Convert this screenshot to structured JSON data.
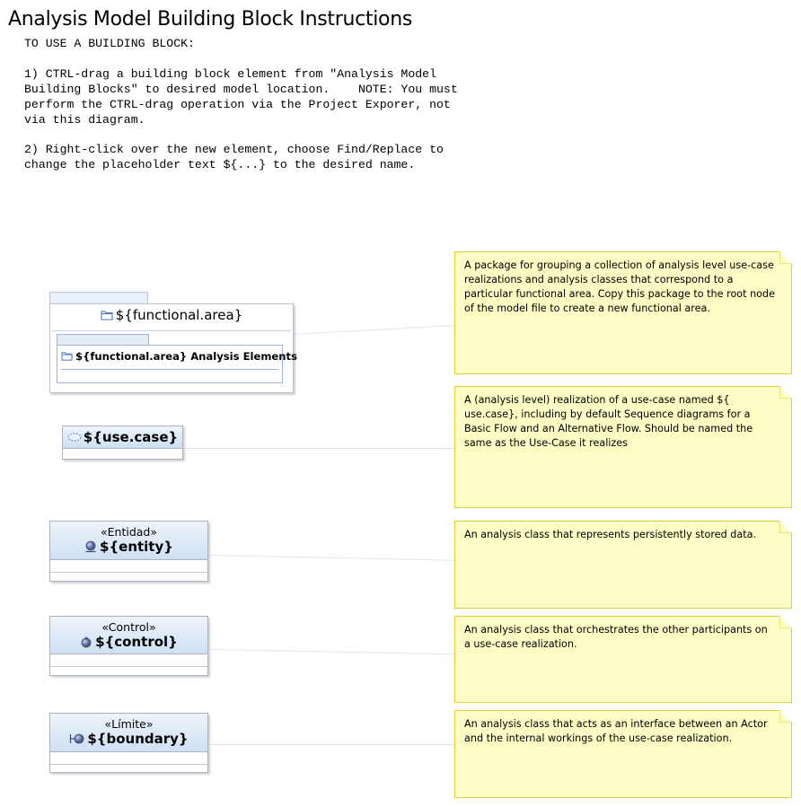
{
  "title": "Analysis Model Building Block Instructions",
  "instructions": "TO USE A BUILDING BLOCK:\n\n1) CTRL-drag a building block element from \"Analysis Model\nBuilding Blocks\" to desired model location.    NOTE: You must\nperform the CTRL-drag operation via the Project Exporer, not\nvia this diagram.\n\n2) Right-click over the new element, choose Find/Replace to\nchange the placeholder text ${...} to the desired name.",
  "package": {
    "name": "${functional.area}",
    "inner_name": "${functional.area} Analysis Elements",
    "icon": "folder-icon"
  },
  "use_case": {
    "name": "${use.case}",
    "icon": "use-case-realization-icon"
  },
  "entity": {
    "stereotype": "«Entidad»",
    "name": "${entity}",
    "icon": "entity-icon"
  },
  "control": {
    "stereotype": "«Control»",
    "name": "${control}",
    "icon": "control-icon"
  },
  "boundary": {
    "stereotype": "«Límite»",
    "name": "${boundary}",
    "icon": "boundary-icon"
  },
  "notes": {
    "package": "A package for grouping a collection of analysis level use-case realizations and analysis classes that correspond to a particular functional area. Copy this package to the root node of the model file to create a new functional area.",
    "use_case": "A (analysis level) realization of a use-case named ${ use.case}, including by default Sequence diagrams for a Basic Flow and an Alternative Flow. Should be named the same as the Use-Case it realizes",
    "entity": "An analysis class that represents persistently stored data.",
    "control": "An analysis class that orchestrates the other participants on a use-case realization.",
    "boundary": "An analysis class that acts as an interface between an Actor and the internal workings of the use-case realization."
  },
  "colors": {
    "note_fill": "#fdfdc6",
    "note_border": "#e3cb3a",
    "class_header_top": "#eef4fb",
    "class_header_bottom": "#cfe0f3"
  }
}
